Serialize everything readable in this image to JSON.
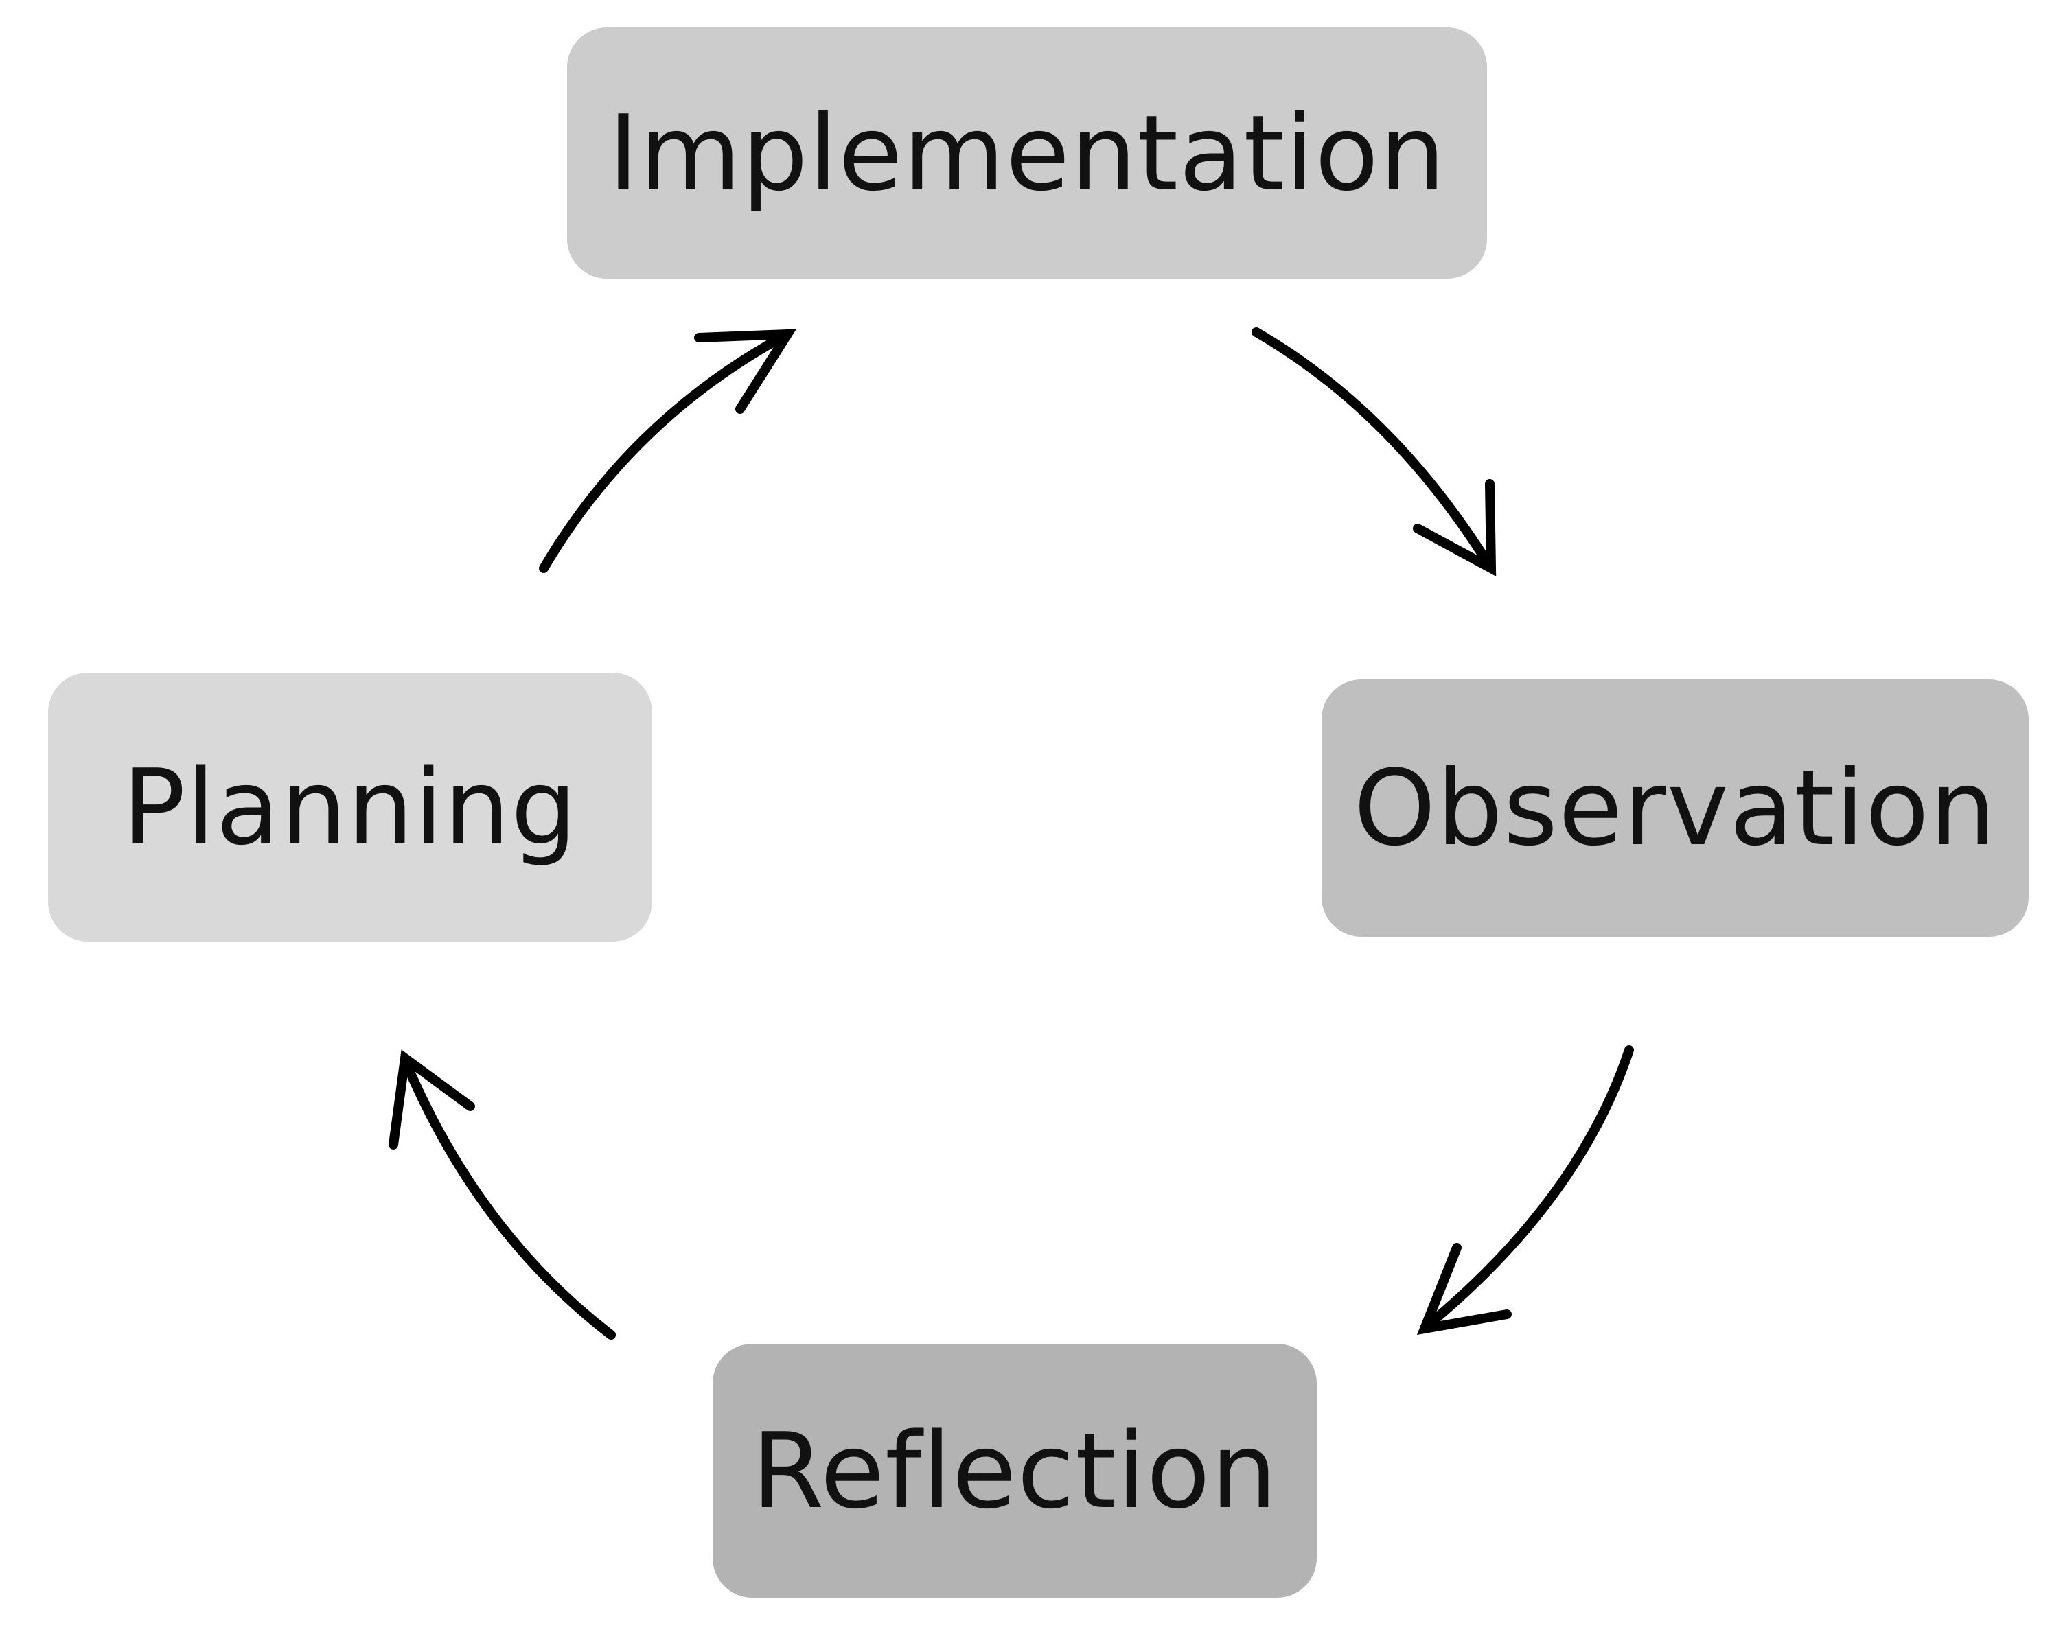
{
  "diagram": {
    "nodes": {
      "implementation": "Implementation",
      "observation": "Observation",
      "reflection": "Reflection",
      "planning": "Planning"
    },
    "edges": [
      {
        "from": "planning",
        "to": "implementation"
      },
      {
        "from": "implementation",
        "to": "observation"
      },
      {
        "from": "observation",
        "to": "reflection"
      },
      {
        "from": "reflection",
        "to": "planning"
      }
    ],
    "colors": {
      "implementation": "#cccccc",
      "observation": "#bfbfbf",
      "reflection": "#b3b3b3",
      "planning": "#d9d9d9",
      "arrow": "#000000",
      "text": "#111111"
    }
  }
}
